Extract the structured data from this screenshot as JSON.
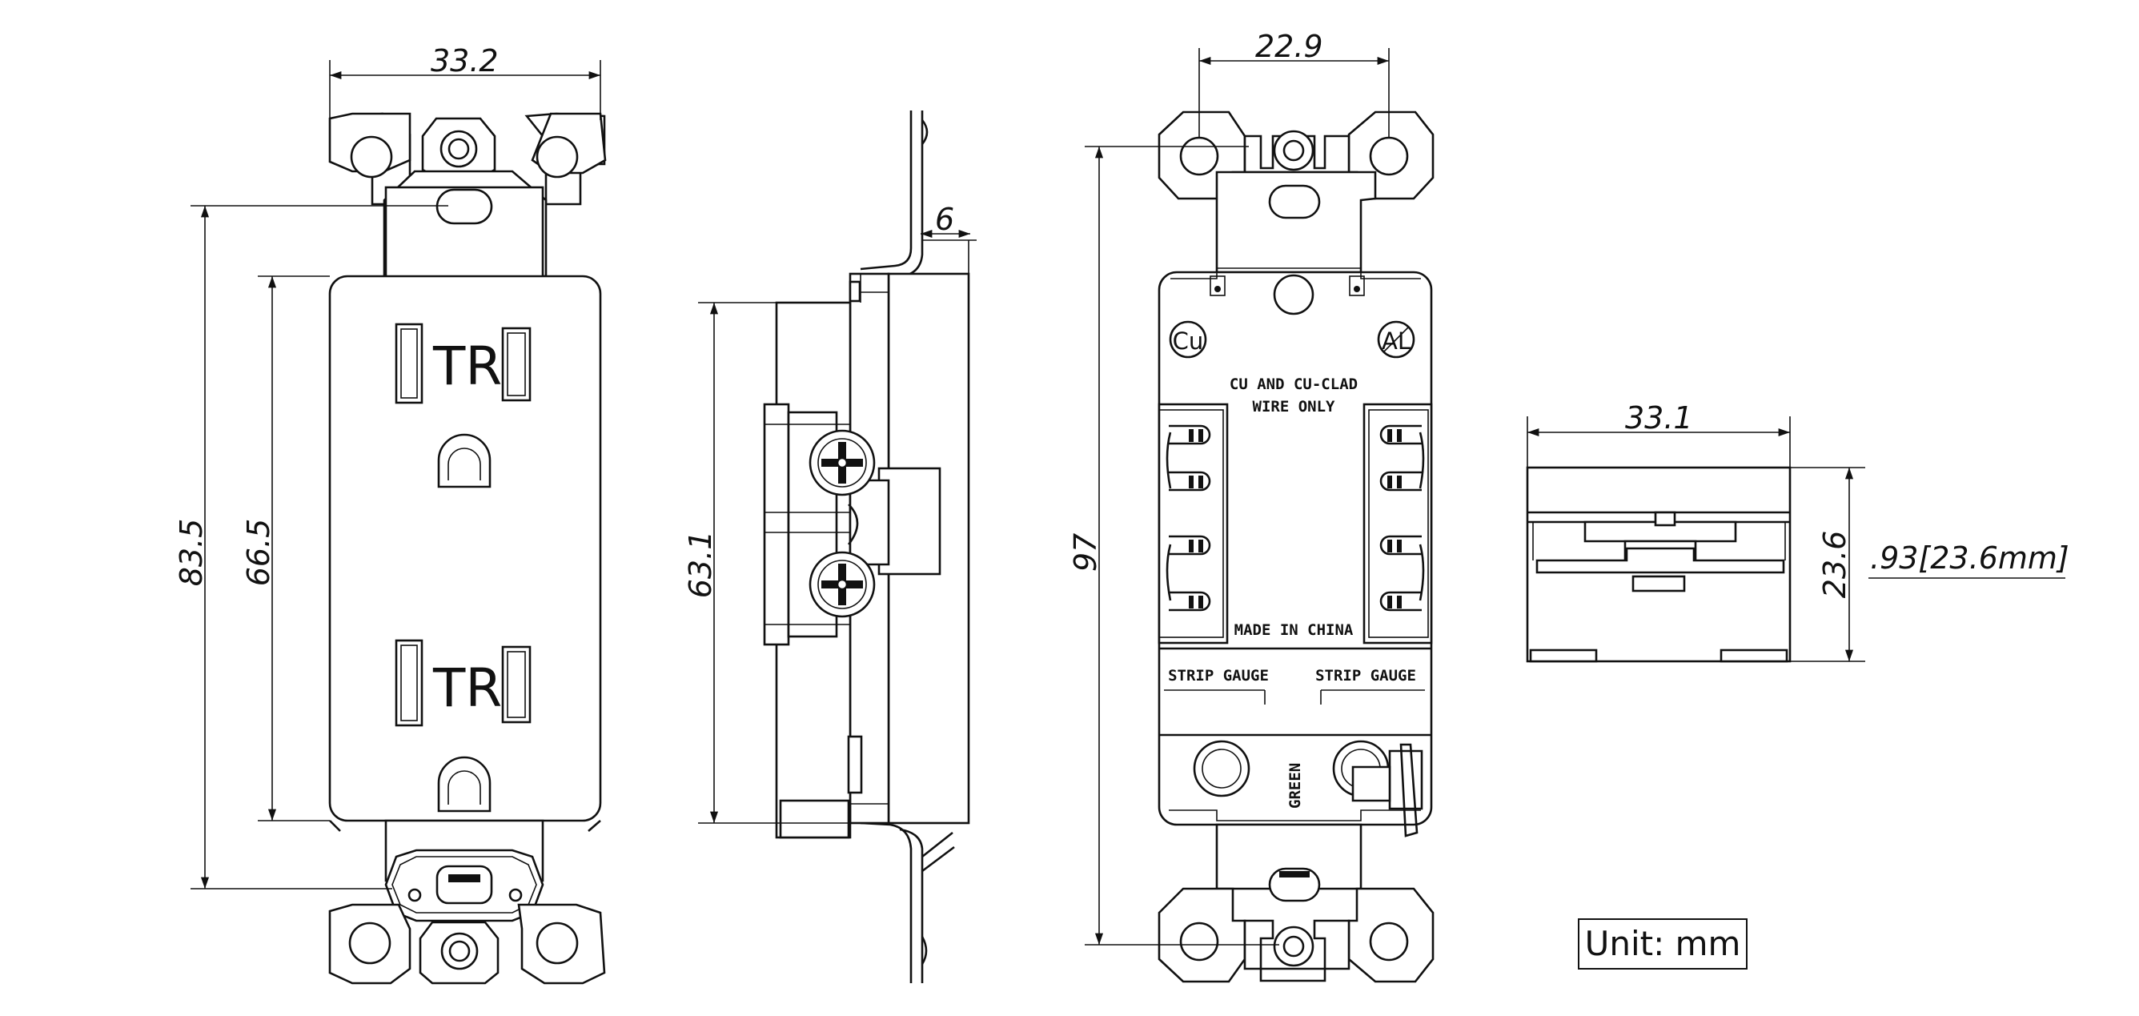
{
  "front_view": {
    "dim_overall_width": "33.2",
    "dim_overall_height": "83.5",
    "dim_face_height": "66.5",
    "receptacle_mark_top": "TR",
    "receptacle_mark_bottom": "TR"
  },
  "side_view": {
    "dim_face_depth": "6",
    "dim_body_height": "63.1"
  },
  "back_view": {
    "dim_hole_spacing": "22.9",
    "dim_overall_height": "97",
    "cu_mark": "Cu",
    "al_mark": "AL",
    "wire_note_line1": "CU AND CU-CLAD",
    "wire_note_line2": "WIRE ONLY",
    "origin_note": "MADE IN CHINA",
    "strip_gauge_left": "STRIP GAUGE",
    "strip_gauge_right": "STRIP GAUGE",
    "ground_label": "GREEN"
  },
  "end_view": {
    "dim_width": "33.1",
    "dim_depth": "23.6",
    "dim_depth_imperial": ".93[23.6mm]"
  },
  "unit_label": "Unit: mm"
}
